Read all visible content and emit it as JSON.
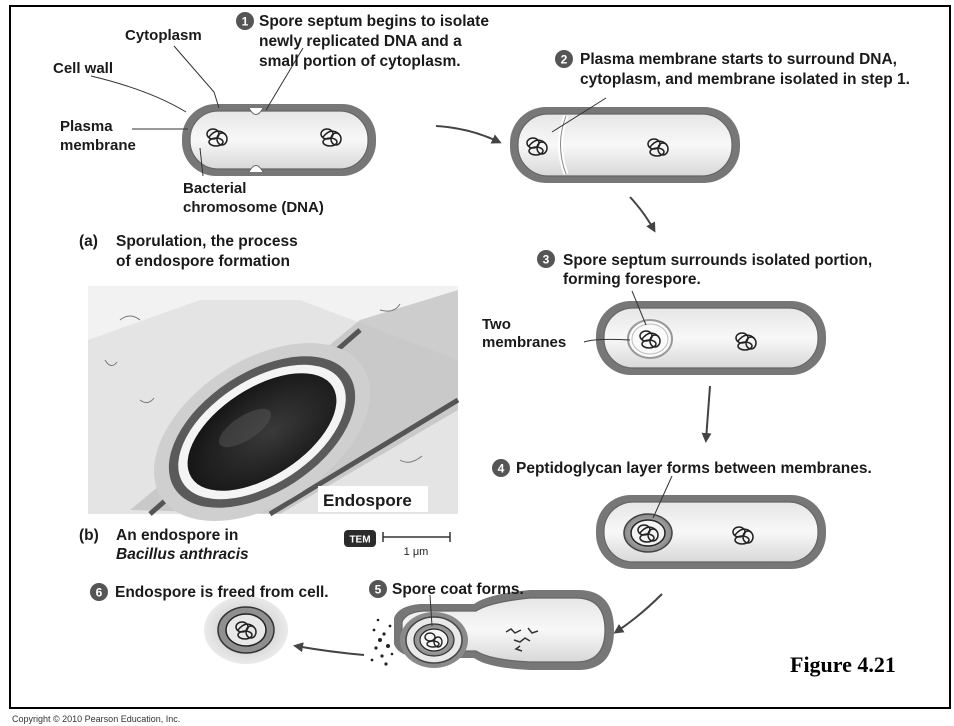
{
  "labels": {
    "cytoplasm": "Cytoplasm",
    "cell_wall": "Cell wall",
    "plasma_membrane": [
      "Plasma",
      "membrane"
    ],
    "bacterial_chromosome": [
      "Bacterial",
      "chromosome (DNA)"
    ],
    "two_membranes": [
      "Two",
      "membranes"
    ],
    "endospore": "Endospore",
    "tem": "TEM",
    "scale_bar": "1 μm"
  },
  "steps": [
    {
      "number": "1",
      "lines": [
        "Spore septum begins to isolate",
        "newly replicated DNA and a",
        "small portion of cytoplasm."
      ]
    },
    {
      "number": "2",
      "lines": [
        "Plasma membrane starts to surround DNA,",
        "cytoplasm, and membrane isolated in step 1."
      ]
    },
    {
      "number": "3",
      "lines": [
        "Spore septum surrounds isolated portion,",
        "forming forespore."
      ]
    },
    {
      "number": "4",
      "lines": [
        "Peptidoglycan layer forms between membranes."
      ]
    },
    {
      "number": "5",
      "lines": [
        "Spore coat forms."
      ]
    },
    {
      "number": "6",
      "lines": [
        "Endospore is freed from cell."
      ]
    }
  ],
  "captions": {
    "a_letter": "(a)",
    "a_lines": [
      "Sporulation, the process",
      "of endospore formation"
    ],
    "b_letter": "(b)",
    "b_lines": [
      "An endospore in",
      "Bacillus anthracis"
    ]
  },
  "figure_label": "Figure 4.21",
  "copyright": "Copyright © 2010 Pearson Education, Inc."
}
